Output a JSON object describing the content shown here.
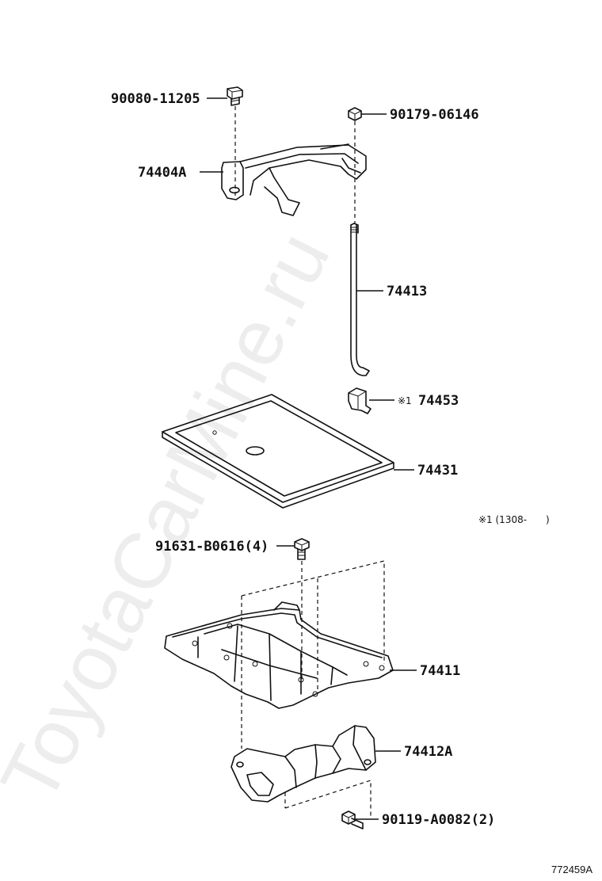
{
  "watermark": "ToyotaCarMine.ru",
  "callouts": {
    "bolt_top": "90080-11205",
    "nut_top": "90179-06146",
    "clamp": "74404A",
    "rod": "74413",
    "clip_mark": "※1",
    "clip": "74453",
    "tray": "74431",
    "bolt_mid": "91631-B0616(4)",
    "carrier": "74411",
    "bracket": "74412A",
    "bolt_bottom": "90119-A0082(2)"
  },
  "note": "※1 (1308-　　)",
  "figure_ref": "772459A"
}
